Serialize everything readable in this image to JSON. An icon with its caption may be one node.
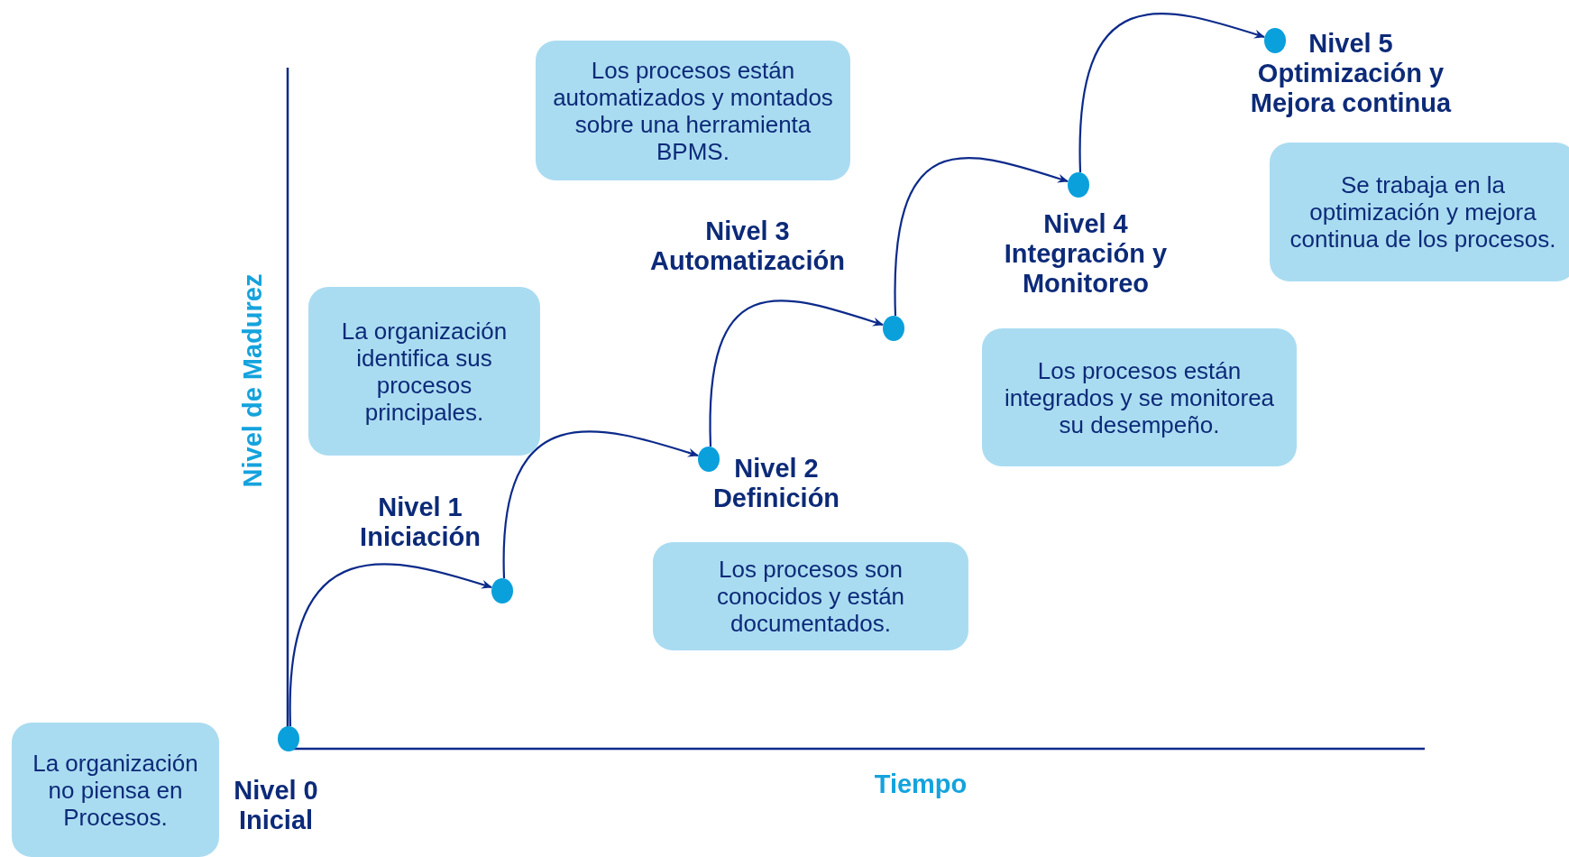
{
  "diagram": {
    "nodes": [
      {
        "text": [],
        "shape": "circle",
        "beside": [
          "Nivel 0 Inicial"
        ]
      },
      {
        "text": [
          "La organización no piensa en Procesos."
        ]
      },
      {
        "text": [],
        "shape": "circle",
        "beside": [
          "Nivel 1 Iniciación"
        ]
      },
      {
        "text": [
          "La organización identifica sus procesos principales."
        ]
      },
      {
        "text": [],
        "shape": "circle",
        "beside": [
          "Nivel 2 Definición"
        ]
      },
      {
        "text": [
          "Los procesos son conocidos y están documentados."
        ]
      },
      {
        "text": [],
        "shape": "circle",
        "beside": [
          "Nivel 3 Automatización"
        ]
      },
      {
        "text": [
          "Los procesos están automatizados y montados sobre una herramienta BPMS."
        ]
      },
      {
        "text": [],
        "shape": "circle",
        "beside": [
          "Nivel 4 Integración y Monitoreo"
        ]
      },
      {
        "text": [
          "Los procesos están integrados y se monitorea su desempeño."
        ]
      },
      {
        "text": [],
        "shape": "circle",
        "beside": [
          "Nivel 5 Optimización y Mejora continua"
        ]
      },
      {
        "text": [
          "Se trabaja en la optimización y mejora continua de los procesos."
        ]
      }
    ],
    "edges": [
      {
        "from": 0,
        "to": 2,
        "arrow": "to"
      },
      {
        "from": 2,
        "to": 4,
        "arrow": "to"
      },
      {
        "from": 4,
        "to": 6,
        "arrow": "to"
      },
      {
        "from": 6,
        "to": 8,
        "arrow": "to"
      },
      {
        "from": 8,
        "to": 10,
        "arrow": "to"
      }
    ],
    "labels": [
      "Nivel de Madurez",
      "Tiempo"
    ]
  }
}
